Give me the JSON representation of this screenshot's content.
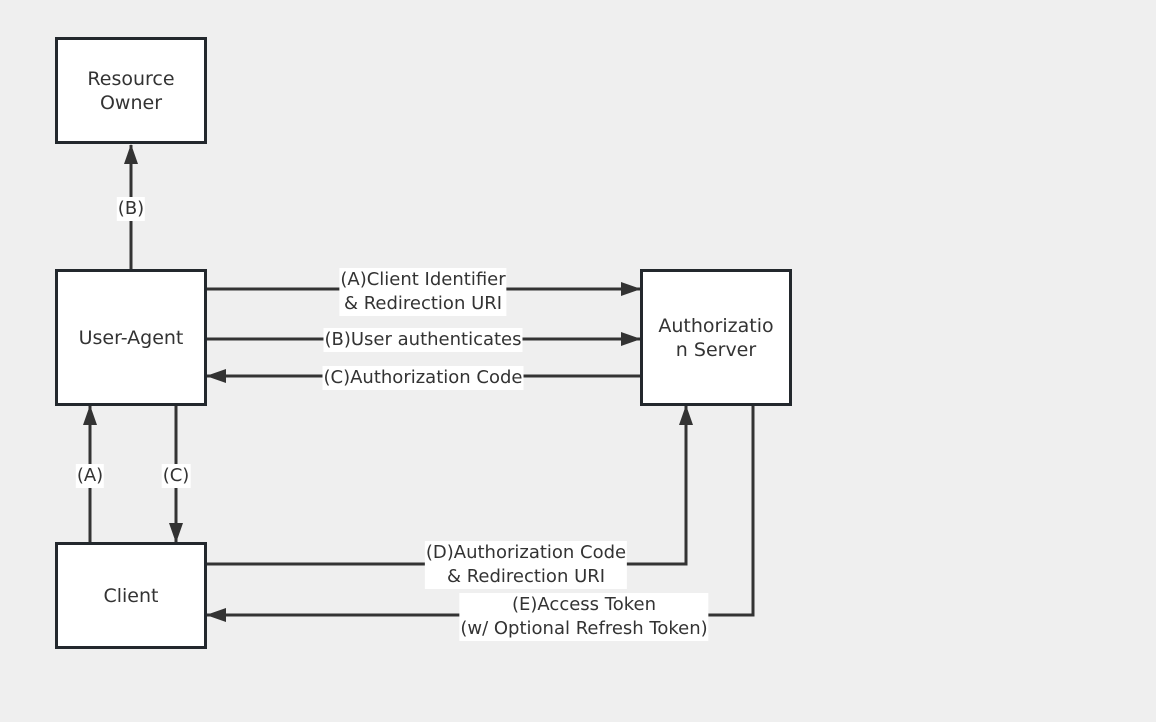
{
  "nodes": {
    "resource_owner": "Resource Owner",
    "user_agent": "User-Agent",
    "client": "Client",
    "authorization_server": "Authorizatio n Server"
  },
  "edges": {
    "ua_to_ro": "(B)",
    "ua_to_as_a_line1": "(A)Client Identifier",
    "ua_to_as_a_line2": "& Redirection URI",
    "ua_to_as_b": "(B)User authenticates",
    "as_to_ua_c": "(C)Authorization Code",
    "client_to_ua": "(A)",
    "ua_to_client": "(C)",
    "client_to_as_d_line1": "(D)Authorization Code",
    "client_to_as_d_line2": "& Redirection URI",
    "as_to_client_e_line1": "(E)Access Token",
    "as_to_client_e_line2": "(w/ Optional Refresh Token)"
  },
  "colors": {
    "line": "#333333",
    "border": "#23282d",
    "background": "#efefef"
  }
}
